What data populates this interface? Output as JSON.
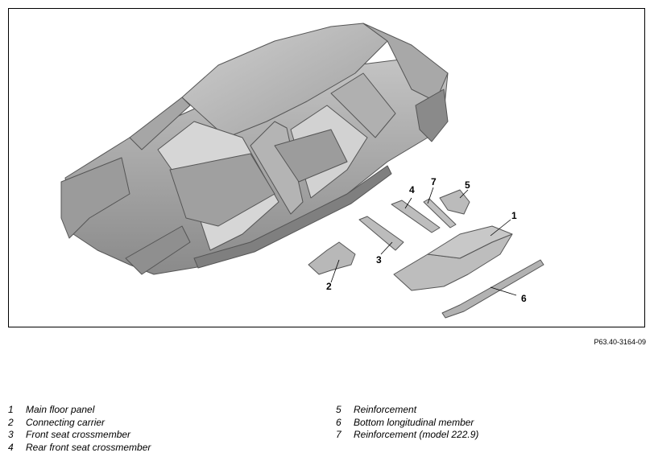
{
  "callouts": [
    "1",
    "2",
    "3",
    "4",
    "5",
    "6",
    "7"
  ],
  "figure_code": "P63.40-3164-09",
  "legend": [
    {
      "num": "1",
      "label": "Main floor panel"
    },
    {
      "num": "2",
      "label": "Connecting carrier"
    },
    {
      "num": "3",
      "label": "Front seat crossmember"
    },
    {
      "num": "4",
      "label": "Rear front seat crossmember"
    },
    {
      "num": "5",
      "label": "Reinforcement"
    },
    {
      "num": "6",
      "label": "Bottom longitudinal member"
    },
    {
      "num": "7",
      "label": "Reinforcement (model 222.9)"
    }
  ],
  "colors": {
    "body_fill": "#b9b9b9",
    "body_dark": "#8f8f8f",
    "body_light": "#d6d6d6",
    "outline": "#555555",
    "frame": "#000000"
  }
}
